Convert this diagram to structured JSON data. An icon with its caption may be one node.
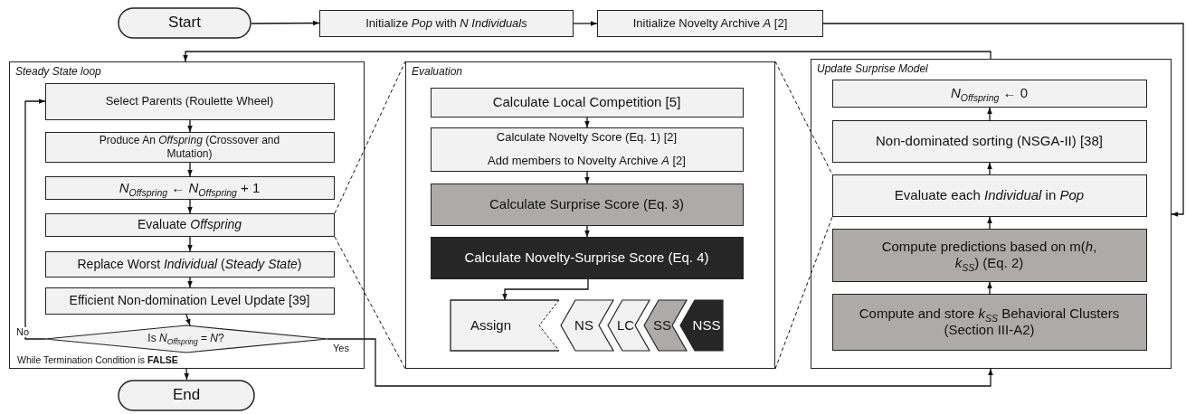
{
  "diagram": {
    "nodes": [
      {
        "text": [
          "Start"
        ]
      },
      {
        "text": [
          "Initialize *Pop* with *N Individuals*"
        ]
      },
      {
        "text": [
          "Initialize Novelty Archive *A* [2]"
        ]
      },
      {
        "text": [
          "Steady State loop",
          "While Termination Condition is **FALSE**"
        ]
      },
      {
        "text": [
          "Select Parents (Roulette Wheel)"
        ],
        "in": 3
      },
      {
        "text": [
          "Produce An *Offspring* (Crossover and Mutation)"
        ],
        "in": 3
      },
      {
        "text": [
          "*N*$_{Offspring}$ ← *N*$_{Offspring}$ + 1"
        ],
        "in": 3
      },
      {
        "text": [
          "Evaluate *Offspring*"
        ],
        "in": 3
      },
      {
        "text": [
          "Replace Worst *Individual* (*Steady State*)"
        ],
        "in": 3
      },
      {
        "text": [
          "Efficient Non-domination Level Update [39]"
        ],
        "in": 3
      },
      {
        "text": [
          "Is *N*$_{Offspring}$ = *N*?"
        ],
        "in": 3
      },
      {
        "text": [
          "End"
        ]
      },
      {
        "text": [
          "Evaluation"
        ]
      },
      {
        "text": [
          "Calculate Local Competition [5]"
        ],
        "in": 12
      },
      {
        "text": [
          "Calculate Novelty Score (Eq. 1) [2]",
          "Add members to Novelty Archive *A* [2]"
        ],
        "in": 12
      },
      {
        "text": [
          "Calculate Surprise Score (Eq. 3)"
        ],
        "in": 12
      },
      {
        "text": [
          "Calculate Novelty-Surprise Score (Eq. 4)"
        ],
        "in": 12
      },
      {
        "text": [
          "Assign"
        ],
        "in": 12
      },
      {
        "text": [
          "NS"
        ],
        "in": 12
      },
      {
        "text": [
          "LC"
        ],
        "in": 12
      },
      {
        "text": [
          "SS"
        ],
        "in": 12
      },
      {
        "text": [
          "NSS"
        ],
        "in": 12
      },
      {
        "text": [
          "Update Surprise Model"
        ]
      },
      {
        "text": [
          "*N*$_{Offspring}$ ← 0"
        ],
        "in": 22
      },
      {
        "text": [
          "Non-dominated sorting (NSGA-II) [38]"
        ],
        "in": 22
      },
      {
        "text": [
          "Evaluate each *Individual* in *Pop*"
        ],
        "in": 22
      },
      {
        "text": [
          "Compute predictions based on m(*h*, *k*$_{SS}$) (Eq. 2)"
        ],
        "in": 22
      },
      {
        "text": [
          "Compute and store *k*$_{SS}$ Behavioral Clusters (Section III-A2)"
        ],
        "in": 22
      }
    ],
    "edges": [
      {
        "from": 0,
        "to": 1,
        "arrow": "to"
      },
      {
        "from": 1,
        "to": 2,
        "arrow": "to"
      },
      {
        "from": 2,
        "to": 22,
        "arrow": "to"
      },
      {
        "from": 22,
        "to": 3,
        "arrow": "to"
      },
      {
        "from": 4,
        "to": 5,
        "arrow": "to"
      },
      {
        "from": 5,
        "to": 6,
        "arrow": "to"
      },
      {
        "from": 6,
        "to": 7,
        "arrow": "to"
      },
      {
        "from": 7,
        "to": 8,
        "arrow": "to"
      },
      {
        "from": 8,
        "to": 9,
        "arrow": "to"
      },
      {
        "from": 9,
        "to": 10,
        "arrow": "to"
      },
      {
        "from": 10,
        "to": 4,
        "arrow": "to",
        "label": "No"
      },
      {
        "from": 10,
        "to": 22,
        "arrow": "to",
        "label": "Yes"
      },
      {
        "from": 3,
        "to": 11,
        "arrow": "to"
      },
      {
        "from": 13,
        "to": 14,
        "arrow": "to"
      },
      {
        "from": 14,
        "to": 15,
        "arrow": "to"
      },
      {
        "from": 15,
        "to": 16,
        "arrow": "to"
      },
      {
        "from": 16,
        "to": 17,
        "arrow": "to"
      },
      {
        "from": 27,
        "to": 26,
        "arrow": "to"
      },
      {
        "from": 26,
        "to": 25,
        "arrow": "to"
      },
      {
        "from": 25,
        "to": 24,
        "arrow": "to"
      },
      {
        "from": 24,
        "to": 23,
        "arrow": "to"
      },
      {
        "from": 7,
        "to": 12,
        "arrow": "none",
        "style": "dashed"
      },
      {
        "from": 7,
        "to": 12,
        "arrow": "none",
        "style": "dashed"
      },
      {
        "from": 12,
        "to": 25,
        "arrow": "none",
        "style": "dashed"
      },
      {
        "from": 12,
        "to": 25,
        "arrow": "none",
        "style": "dashed"
      }
    ]
  }
}
